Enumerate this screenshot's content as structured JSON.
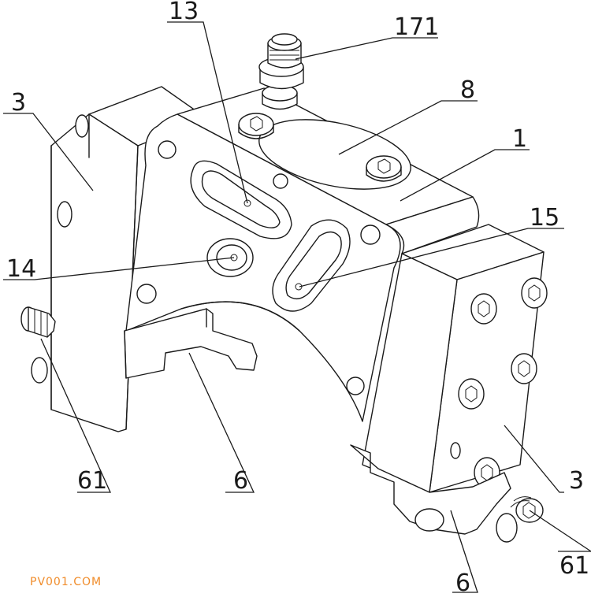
{
  "labels": {
    "l13": "13",
    "l171": "171",
    "l8": "8",
    "l3_left": "3",
    "l1": "1",
    "l15": "15",
    "l14": "14",
    "l61_left": "61",
    "l6_center": "6",
    "l3_right": "3",
    "l61_right": "61",
    "l6_bottom": "6"
  },
  "watermark": "PV001.COM",
  "colors": {
    "line": "#1a1a1a",
    "watermark": "#f08c2a",
    "background": "#ffffff"
  }
}
